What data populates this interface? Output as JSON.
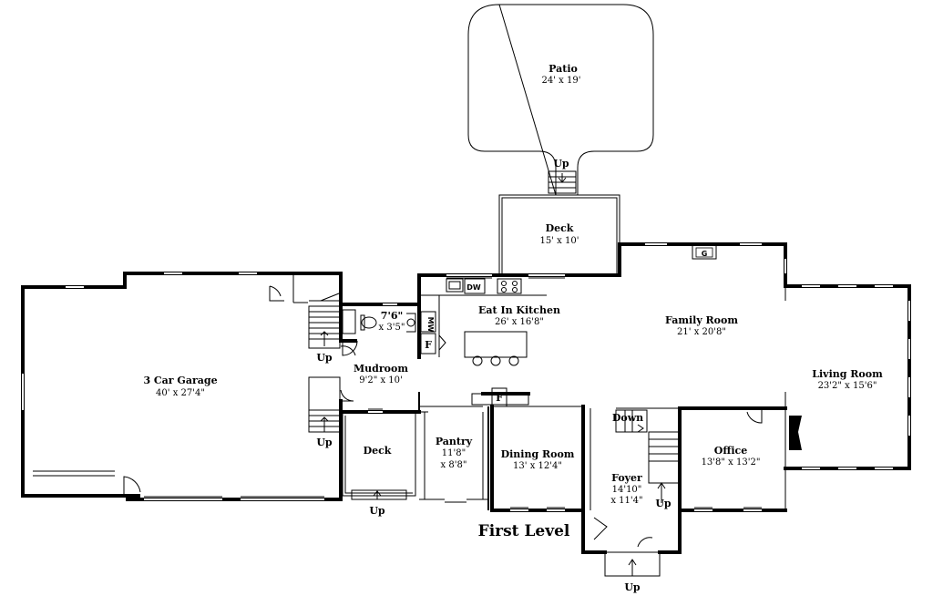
{
  "plan_title": "First Level",
  "rooms": {
    "patio": {
      "name": "Patio",
      "dims": "24' x 19'"
    },
    "deck_top": {
      "name": "Deck",
      "dims": "15' x 10'"
    },
    "kitchen": {
      "name": "Eat In Kitchen",
      "dims": "26' x 16'8\""
    },
    "family": {
      "name": "Family Room",
      "dims": "21' x 20'8\""
    },
    "living": {
      "name": "Living Room",
      "dims": "23'2\" x 15'6\""
    },
    "garage": {
      "name": "3 Car Garage",
      "dims": "40' x 27'4\""
    },
    "mudroom": {
      "name": "Mudroom",
      "dims": "9'2\" x 10'"
    },
    "bath": {
      "dims_1": "7'6\"",
      "dims_2": "x 3'5\""
    },
    "deck_low": {
      "name": "Deck"
    },
    "pantry": {
      "name": "Pantry",
      "dims_1": "11'8\"",
      "dims_2": "x 8'8\""
    },
    "dining": {
      "name": "Dining Room",
      "dims": "13' x 12'4\""
    },
    "foyer": {
      "name": "Foyer",
      "dims_1": "14'10\"",
      "dims_2": "x 11'4\""
    },
    "office": {
      "name": "Office",
      "dims": "13'8\" x 13'2\""
    }
  },
  "stair_labels": {
    "up": "Up",
    "down": "Down"
  },
  "fixtures": {
    "dishwasher": "DW",
    "microwave": "MW",
    "fridge": "F",
    "grill": "G"
  }
}
